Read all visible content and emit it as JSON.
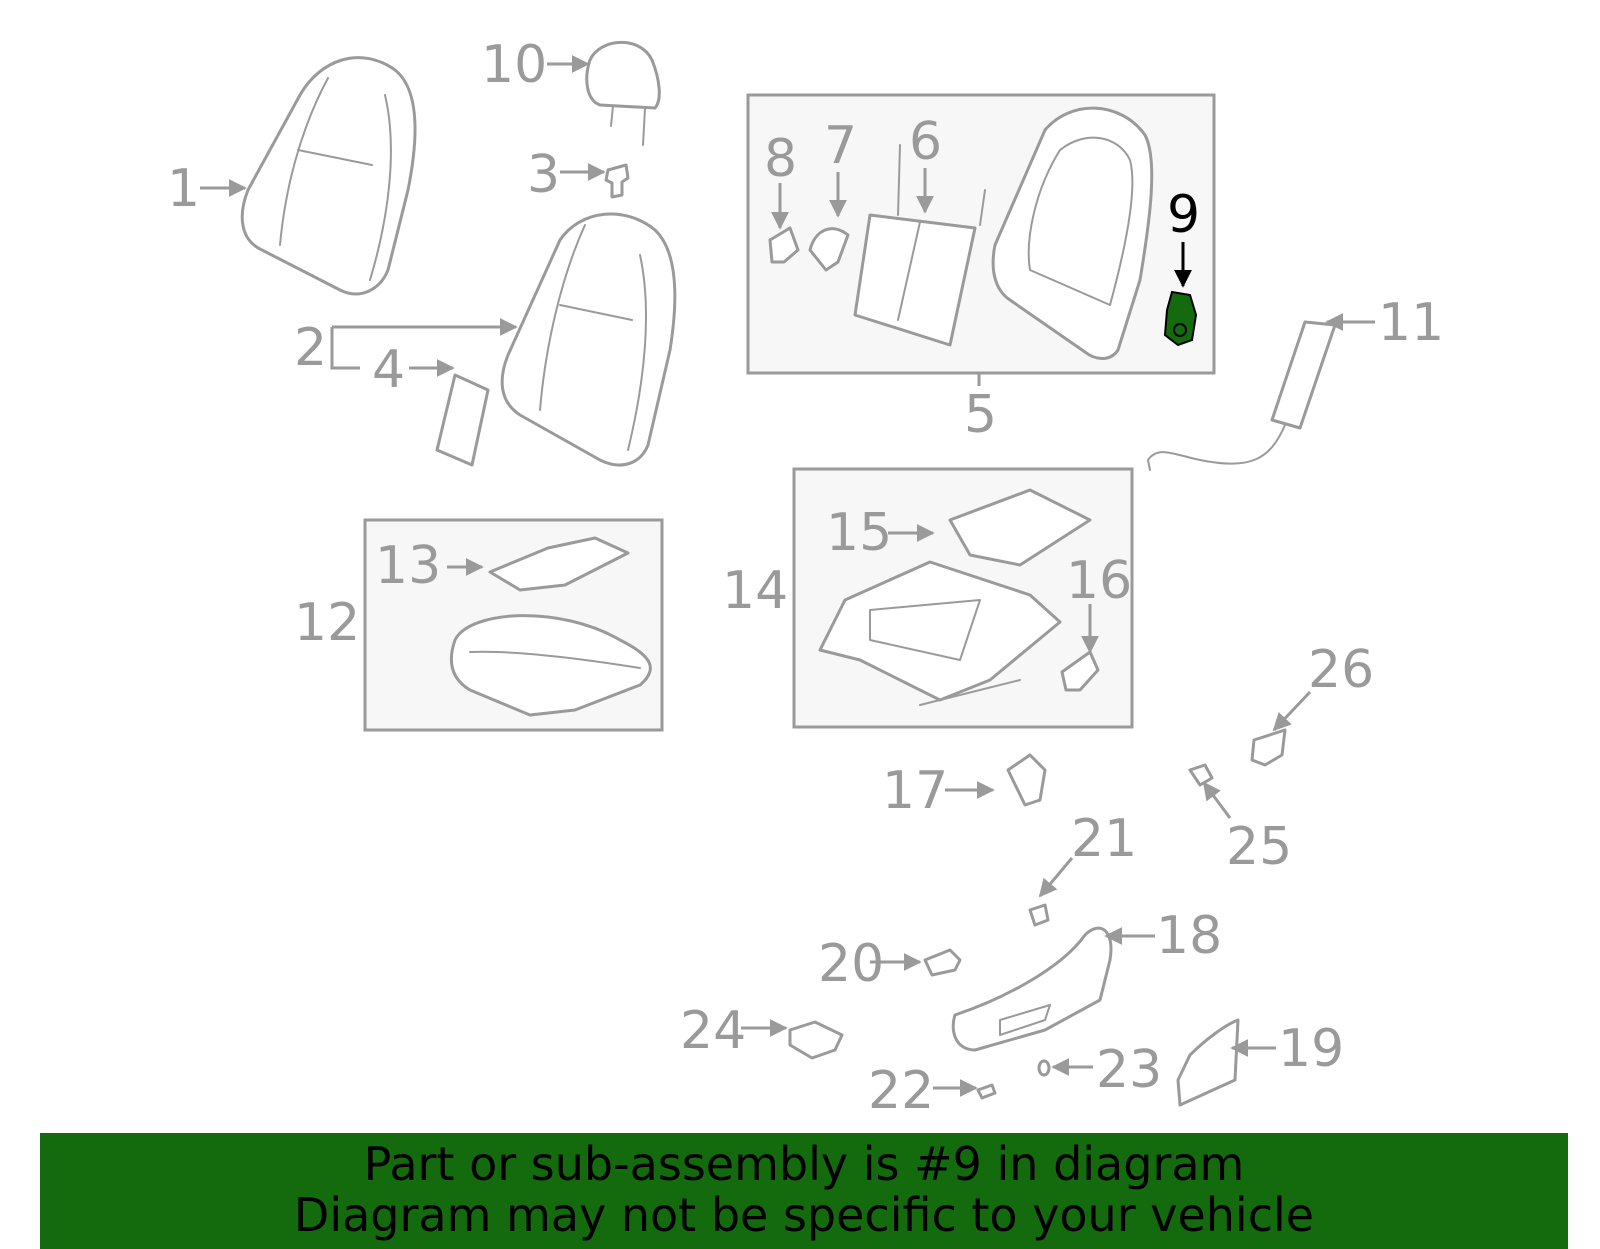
{
  "diagram": {
    "callouts": {
      "c1": "1",
      "c2": "2",
      "c3": "3",
      "c4": "4",
      "c5": "5",
      "c6": "6",
      "c7": "7",
      "c8": "8",
      "c9": "9",
      "c10": "10",
      "c11": "11",
      "c12": "12",
      "c13": "13",
      "c14": "14",
      "c15": "15",
      "c16": "16",
      "c17": "17",
      "c18": "18",
      "c19": "19",
      "c20": "20",
      "c21": "21",
      "c22": "22",
      "c23": "23",
      "c24": "24",
      "c25": "25",
      "c26": "26"
    },
    "highlighted_part": "9",
    "colors": {
      "line": "#9a9a9a",
      "highlight": "#136b0e",
      "box_fill": "#f7f7f7"
    }
  },
  "banner": {
    "line1": "Part or sub-assembly is #9 in diagram",
    "line2": "Diagram may not be specific to your vehicle",
    "background": "#136b0e"
  }
}
